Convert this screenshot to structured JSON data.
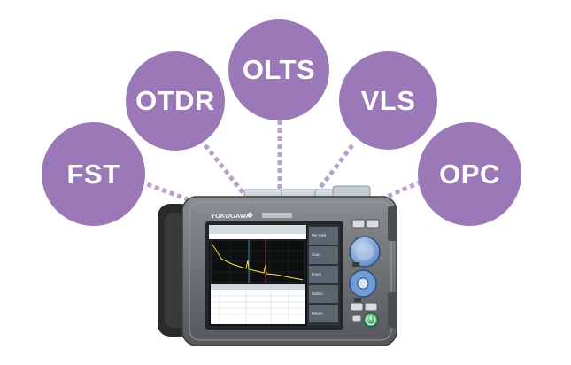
{
  "features": [
    {
      "id": "fst",
      "label": "FST"
    },
    {
      "id": "otdr",
      "label": "OTDR"
    },
    {
      "id": "olts",
      "label": "OLTS"
    },
    {
      "id": "vls",
      "label": "VLS"
    },
    {
      "id": "opc",
      "label": "OPC"
    }
  ],
  "device": {
    "brand": "YOKOGAWA",
    "screen_menu": [
      "Ret Hold",
      "Scan",
      "Event",
      "Marker",
      "Return"
    ]
  },
  "colors": {
    "bubble": "#9b78b8",
    "connector": "#b7a2cc",
    "device_body": "#6f7275",
    "bumper": "#2a2a2a",
    "power_button": "#3aa564",
    "dpad": "#6f9bd6"
  }
}
